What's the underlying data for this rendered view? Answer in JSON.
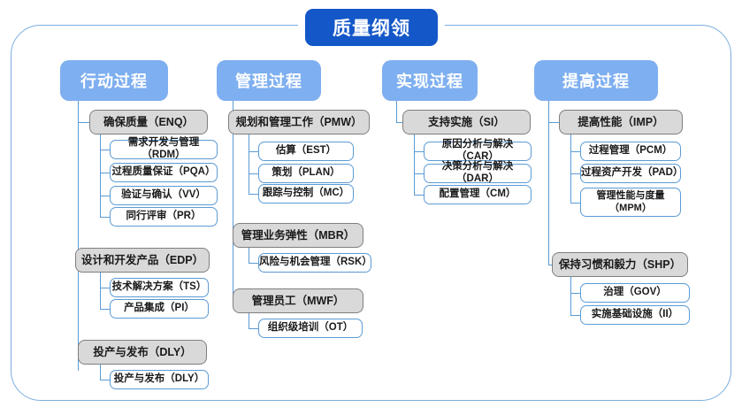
{
  "diagram": {
    "root": {
      "label": "质量纲领"
    },
    "frame": {
      "accent": "#7aaee0"
    },
    "colors": {
      "root_bg": "#1457c8",
      "header_bg": "#7eaff0",
      "group_bg": "#d9d9d9",
      "group_border": "#7f7f7f",
      "leaf_border": "#5b9bd5",
      "line": "#5b9bd5"
    },
    "columns": [
      {
        "header": "行动过程",
        "groups": [
          {
            "label": "确保质量（ENQ）",
            "items": [
              "需求开发与管理（RDM）",
              "过程质量保证（PQA）",
              "验证与确认（VV）",
              "同行评审（PR）"
            ]
          },
          {
            "label": "设计和开发产品（EDP）",
            "items": [
              "技术解决方案（TS）",
              "产品集成（PI）"
            ]
          },
          {
            "label": "投产与发布（DLY）",
            "items": [
              "投产与发布（DLY）"
            ]
          }
        ]
      },
      {
        "header": "管理过程",
        "groups": [
          {
            "label": "规划和管理工作（PMW）",
            "items": [
              "估算（EST）",
              "策划（PLAN）",
              "跟踪与控制（MC）"
            ]
          },
          {
            "label": "管理业务弹性（MBR）",
            "items": [
              "风险与机会管理（RSK）"
            ]
          },
          {
            "label": "管理员工（MWF）",
            "items": [
              "组织级培训（OT）"
            ]
          }
        ]
      },
      {
        "header": "实现过程",
        "groups": [
          {
            "label": "支持实施（SI）",
            "items": [
              "原因分析与解决（CAR）",
              "决策分析与解决（DAR）",
              "配置管理（CM）"
            ]
          }
        ]
      },
      {
        "header": "提高过程",
        "groups": [
          {
            "label": "提高性能（IMP）",
            "items": [
              "过程管理（PCM）",
              "过程资产开发（PAD）",
              "管理性能与度量\n（MPM）"
            ]
          },
          {
            "label": "保持习惯和毅力（SHP）",
            "items": [
              "治理（GOV）",
              "实施基础设施（II）"
            ]
          }
        ]
      }
    ]
  }
}
